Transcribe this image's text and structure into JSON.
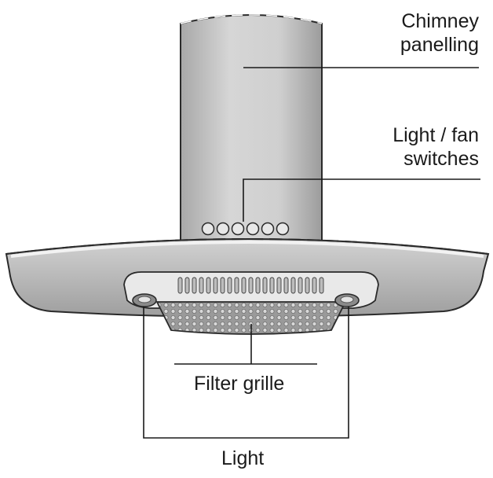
{
  "labels": {
    "chimney": [
      "Chimney",
      "panelling"
    ],
    "switches": [
      "Light / fan",
      "switches"
    ],
    "filter": "Filter grille",
    "light": "Light"
  },
  "switch_count": 6,
  "colors": {
    "outline": "#2a2a2a",
    "panel_fill": "#c9c9c9",
    "panel_shade": "#a9a9a9",
    "glass_fill": "#b5b5b5",
    "trim": "#e6e6e6",
    "leader": "#1a1a1a"
  }
}
